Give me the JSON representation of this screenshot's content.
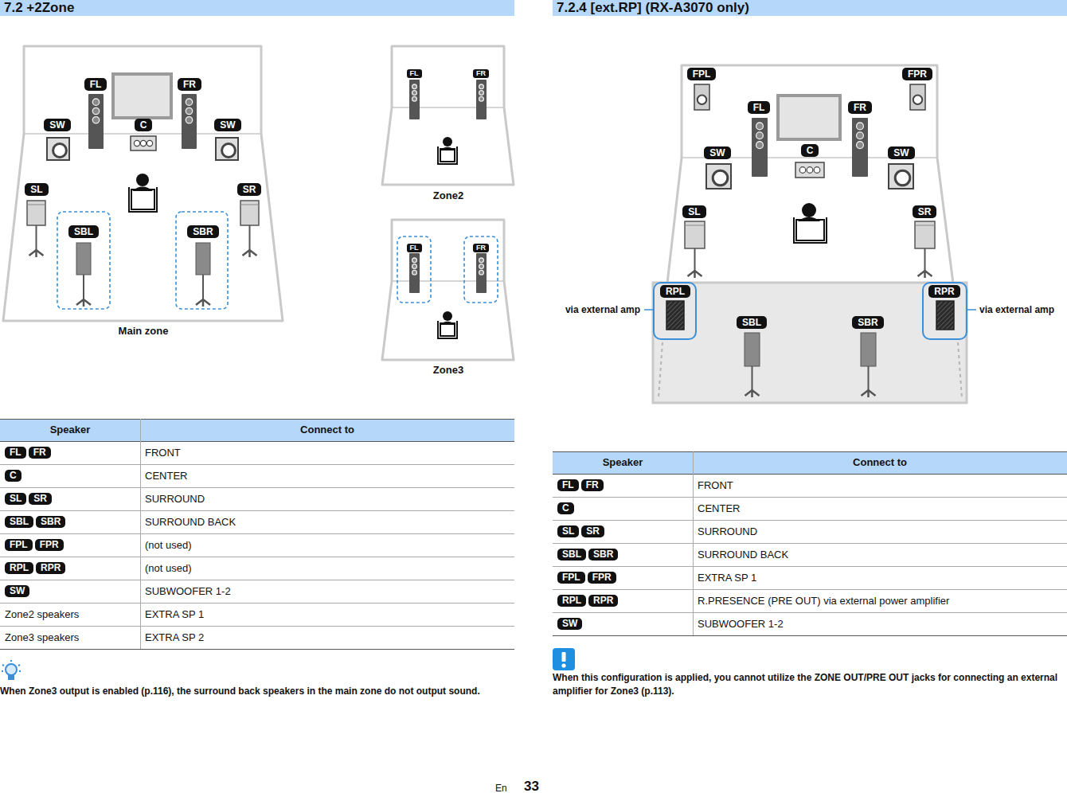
{
  "diagram": {
    "nodes": [
      {
        "text": [
          "Main zone"
        ]
      },
      {
        "text": [
          "FL"
        ],
        "in": 0
      },
      {
        "text": [
          "FR"
        ],
        "in": 0
      },
      {
        "text": [
          "SW"
        ],
        "in": 0
      },
      {
        "text": [
          "C"
        ],
        "in": 0
      },
      {
        "text": [
          "SW"
        ],
        "in": 0
      },
      {
        "text": [
          "SL"
        ],
        "in": 0
      },
      {
        "text": [
          "SR"
        ],
        "in": 0
      },
      {
        "text": [
          "SBL"
        ],
        "in": 0
      },
      {
        "text": [
          "SBR"
        ],
        "in": 0
      },
      {
        "text": [
          "Zone2"
        ]
      },
      {
        "text": [
          "FL"
        ],
        "in": 10
      },
      {
        "text": [
          "FR"
        ],
        "in": 10
      },
      {
        "text": [
          "Zone3"
        ]
      },
      {
        "text": [
          "FL"
        ],
        "in": 13
      },
      {
        "text": [
          "FR"
        ],
        "in": 13
      },
      {
        "text": [
          "FPL"
        ]
      },
      {
        "text": [
          "FPR"
        ]
      },
      {
        "text": [
          "FL"
        ]
      },
      {
        "text": [
          "FR"
        ]
      },
      {
        "text": [
          "SW"
        ]
      },
      {
        "text": [
          "C"
        ]
      },
      {
        "text": [
          "SW"
        ]
      },
      {
        "text": [
          "SL"
        ]
      },
      {
        "text": [
          "SR"
        ]
      },
      {
        "text": [
          "RPL"
        ]
      },
      {
        "text": [
          "SBL"
        ]
      },
      {
        "text": [
          "SBR"
        ]
      },
      {
        "text": [
          "RPR"
        ]
      }
    ],
    "labels": [
      "7.2 +2Zone",
      "Speaker",
      "Connect to",
      "FL",
      "FR",
      "FRONT",
      "C",
      "CENTER",
      "SL",
      "SR",
      "SURROUND",
      "SBL",
      "SBR",
      "SURROUND BACK",
      "FPL",
      "FPR",
      "(not used)",
      "RPL",
      "RPR",
      "(not used)",
      "SW",
      "SUBWOOFER 1-2",
      "Zone2 speakers",
      "EXTRA SP 1",
      "Zone3 speakers",
      "EXTRA SP 2",
      "When Zone3 output is enabled (p.116), the surround back speakers in the main zone do not output sound.",
      "7.2.4 [ext.RP] (RX-A3070 only)",
      "via external amp",
      "via external amp",
      "Speaker",
      "Connect to",
      "FL",
      "FR",
      "FRONT",
      "C",
      "CENTER",
      "SL",
      "SR",
      "SURROUND",
      "SBL",
      "SBR",
      "SURROUND BACK",
      "FPL",
      "FPR",
      "EXTRA SP 1",
      "RPL",
      "RPR",
      "R.PRESENCE (PRE OUT) via external power amplifier",
      "SW",
      "SUBWOOFER 1-2",
      "When this configuration is applied, you cannot utilize the ZONE OUT/PRE OUT jacks for connecting an external amplifier for Zone3 (p.113).",
      "En",
      "33"
    ]
  }
}
